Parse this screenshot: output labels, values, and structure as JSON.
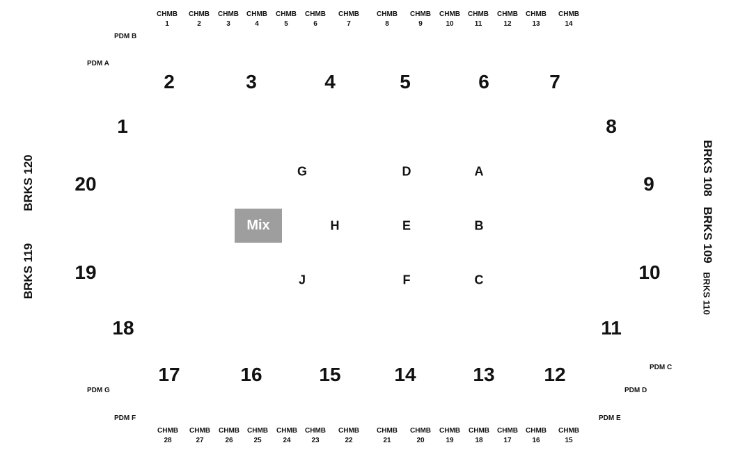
{
  "chambers_top": [
    {
      "line1": "CHMB",
      "line2": "1"
    },
    {
      "line1": "CHMB",
      "line2": "2"
    },
    {
      "line1": "CHMB",
      "line2": "3"
    },
    {
      "line1": "CHMB",
      "line2": "4"
    },
    {
      "line1": "CHMB",
      "line2": "5"
    },
    {
      "line1": "CHMB",
      "line2": "6"
    },
    {
      "line1": "CHMB",
      "line2": "7"
    },
    {
      "line1": "CHMB",
      "line2": "8"
    },
    {
      "line1": "CHMB",
      "line2": "9"
    },
    {
      "line1": "CHMB",
      "line2": "10"
    },
    {
      "line1": "CHMB",
      "line2": "11"
    },
    {
      "line1": "CHMB",
      "line2": "12"
    },
    {
      "line1": "CHMB",
      "line2": "13"
    },
    {
      "line1": "CHMB",
      "line2": "14"
    }
  ],
  "chambers_bottom": [
    {
      "line1": "CHMB",
      "line2": "28"
    },
    {
      "line1": "CHMB",
      "line2": "27"
    },
    {
      "line1": "CHMB",
      "line2": "26"
    },
    {
      "line1": "CHMB",
      "line2": "25"
    },
    {
      "line1": "CHMB",
      "line2": "24"
    },
    {
      "line1": "CHMB",
      "line2": "23"
    },
    {
      "line1": "CHMB",
      "line2": "22"
    },
    {
      "line1": "CHMB",
      "line2": "21"
    },
    {
      "line1": "CHMB",
      "line2": "20"
    },
    {
      "line1": "CHMB",
      "line2": "19"
    },
    {
      "line1": "CHMB",
      "line2": "18"
    },
    {
      "line1": "CHMB",
      "line2": "17"
    },
    {
      "line1": "CHMB",
      "line2": "16"
    },
    {
      "line1": "CHMB",
      "line2": "15"
    }
  ],
  "pdm": {
    "a": "PDM A",
    "b": "PDM B",
    "c": "PDM C",
    "d": "PDM D",
    "e": "PDM E",
    "f": "PDM F",
    "g": "PDM G"
  },
  "sections": {
    "s1": "1",
    "s2": "2",
    "s3": "3",
    "s4": "4",
    "s5": "5",
    "s6": "6",
    "s7": "7",
    "s8": "8",
    "s9": "9",
    "s10": "10",
    "s11": "11",
    "s12": "12",
    "s13": "13",
    "s14": "14",
    "s15": "15",
    "s16": "16",
    "s17": "17",
    "s18": "18",
    "s19": "19",
    "s20": "20"
  },
  "floor": {
    "a": "A",
    "b": "B",
    "c": "C",
    "d": "D",
    "e": "E",
    "f": "F",
    "g": "G",
    "h": "H",
    "j": "J"
  },
  "mix": "Mix",
  "brks": {
    "b120": "BRKS 120",
    "b119": "BRKS 119",
    "b108": "BRKS 108",
    "b109": "BRKS 109",
    "b110": "BRKS 110"
  }
}
